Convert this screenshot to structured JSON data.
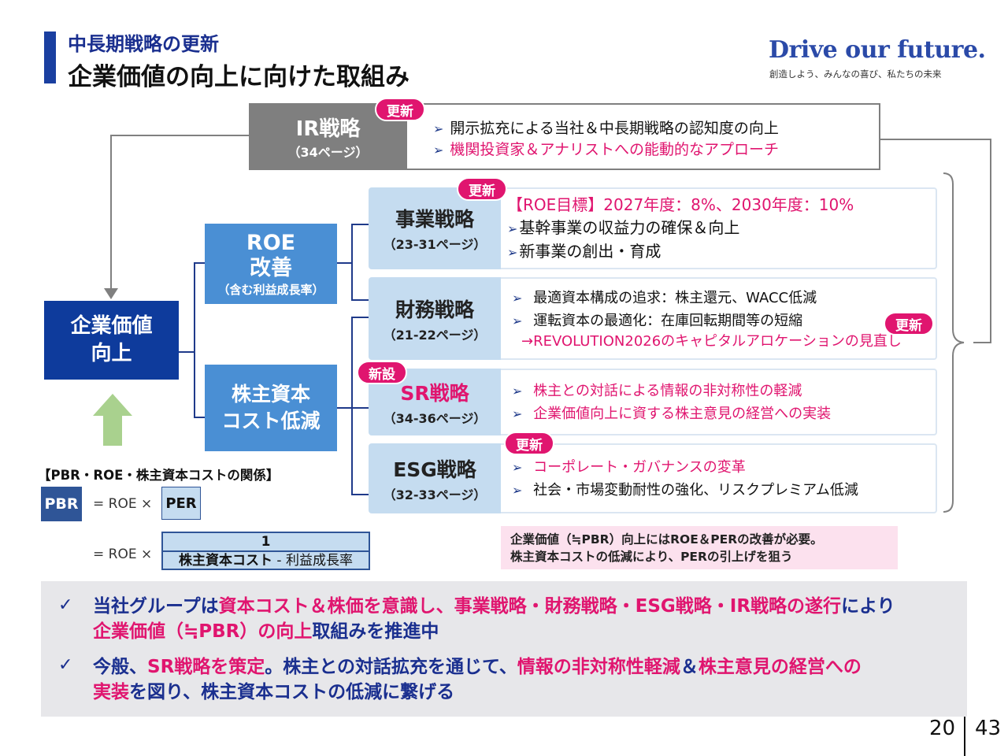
{
  "header": {
    "subtitle": "中長期戦略の更新",
    "title": "企業価値の向上に向けた取組み",
    "brand": "Drive our future.",
    "tagline": "創造しよう、みんなの喜び、私たちの未来"
  },
  "ir": {
    "title": "IR戦略",
    "pages": "（34ページ）",
    "badge": "更新",
    "bullets": [
      "開示拡充による当社＆中長期戦略の認知度の向上",
      "機関投資家＆アナリストへの能動的なアプローチ"
    ]
  },
  "value_box": {
    "line1": "企業価値",
    "line2": "向上"
  },
  "roe_box": {
    "line1": "ROE",
    "line2": "改善",
    "note": "（含む利益成長率）"
  },
  "cost_box": {
    "line1": "株主資本",
    "line2": "コスト低減"
  },
  "strategies": [
    {
      "title": "事業戦略",
      "pages": "（23-31ページ）",
      "badge": "更新",
      "lines": [
        "【ROE目標】2027年度：8%、2030年度：10%",
        "基幹事業の収益力の確保＆向上",
        "新事業の創出・育成"
      ]
    },
    {
      "title": "財務戦略",
      "pages": "（21-22ページ）",
      "badge": "更新",
      "lines": [
        "最適資本構成の追求：株主還元、WACC低減",
        "運転資本の最適化：在庫回転期間等の短縮",
        "→REVOLUTION2026のキャピタルアロケーションの見直し"
      ]
    },
    {
      "title": "SR戦略",
      "pages": "（34-36ページ）",
      "badge": "新設",
      "lines": [
        "株主との対話による情報の非対称性の軽減",
        "企業価値向上に資する株主意見の経営への実装"
      ]
    },
    {
      "title": "ESG戦略",
      "pages": "（32-33ページ）",
      "badge": "更新",
      "lines": [
        "コーポレート・ガバナンスの変革",
        "社会・市場変動耐性の強化、リスクプレミアム低減"
      ]
    }
  ],
  "note": {
    "line1": "企業価値（≒PBR）向上にはROE＆PERの改善が必要。",
    "line2": "株主資本コストの低減により、PERの引上げを狙う"
  },
  "formula": {
    "label": "【PBR・ROE・株主資本コストの関係】",
    "pbr": "PBR",
    "eq": "= ROE ×",
    "per": "PER",
    "numerator": "1",
    "denominator_a": "株主資本コスト",
    "denominator_b": " - 利益成長率"
  },
  "summary": {
    "check": "✓",
    "p1": [
      [
        "当社グループは",
        "n"
      ],
      [
        "資本コスト＆株価を意識し、事業戦略・財務戦略・ESG戦略・IR戦略の遂行",
        "m"
      ],
      [
        "により",
        "n"
      ]
    ],
    "p1b": [
      [
        "企業価値（≒PBR）の向上",
        "m"
      ],
      [
        "取組みを推進中",
        "n"
      ]
    ],
    "p2": [
      [
        "今般、",
        "n"
      ],
      [
        "SR戦略を策定",
        "m"
      ],
      [
        "。株主との対話拡充を通じて、",
        "n"
      ],
      [
        "情報の非対称性軽減",
        "m"
      ],
      [
        "＆",
        "n"
      ],
      [
        "株主意見の経営への",
        "m"
      ]
    ],
    "p2b": [
      [
        "実装",
        "m"
      ],
      [
        "を図り、株主資本コストの低減に繋げる",
        "n"
      ]
    ]
  },
  "page": {
    "current": "20",
    "total": "43"
  }
}
